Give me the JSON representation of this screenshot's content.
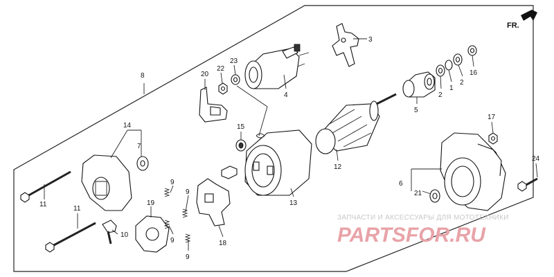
{
  "direction_marker": {
    "text": "FR."
  },
  "watermark": {
    "subtitle": "ЗАПЧАСТИ И АКСЕССУАРЫ ДЛЯ МОТОТЕХНИКИ",
    "logo_main": "PARTSFOR.RU",
    "color_primary": "#e8a3a8",
    "color_secondary": "#cfcfcf"
  },
  "callouts": {
    "c1": "1",
    "c2a": "2",
    "c2b": "2",
    "c3": "3",
    "c4": "4",
    "c5": "5",
    "c6": "6",
    "c7": "7",
    "c8": "8",
    "c9a": "9",
    "c9b": "9",
    "c9c": "9",
    "c9d": "9",
    "c10": "10",
    "c11a": "11",
    "c11b": "11",
    "c12": "12",
    "c13": "13",
    "c14": "14",
    "c15": "15",
    "c16": "16",
    "c17": "17",
    "c18": "18",
    "c19": "19",
    "c20": "20",
    "c21": "21",
    "c22": "22",
    "c23": "23",
    "c24": "24"
  }
}
